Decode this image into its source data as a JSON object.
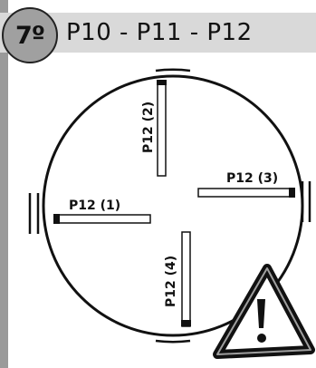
{
  "header": {
    "step": "7º",
    "title": "P10 - P11 - P12"
  },
  "diagram": {
    "labels": {
      "top": "P12 (2)",
      "right": "P12 (3)",
      "left": "P12 (1)",
      "bottom": "P12 (4)"
    },
    "icon": "warning-triangle-icon"
  }
}
